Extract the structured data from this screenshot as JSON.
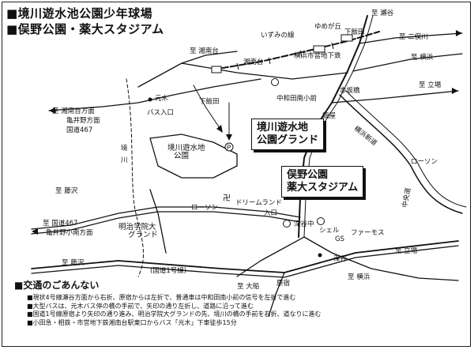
{
  "header": {
    "line1": "■境川遊水池公園少年球場",
    "line2": "■俣野公園・薬大スタジアム"
  },
  "places": {
    "main_box": [
      "境川遊水地",
      "公園グランド"
    ],
    "stadium_box": [
      "俣野公園",
      "薬大スタジアム"
    ],
    "kyokawa_park": [
      "境川遊水地",
      "公園"
    ],
    "meiji_ground": [
      "明治学院大",
      "グランド"
    ],
    "bus_stop": "バス入口"
  },
  "labels": {
    "seyagaya": "至 瀬谷",
    "futamatagawa": "至 二俣川",
    "yokohama_ne": "至 横浜",
    "tateba_ne": "至 立場",
    "shonandai_n": "至 湘南台",
    "shonandai_w": "至 湘南台方面",
    "kamei": "亀井野方面",
    "route467_w": "国道467",
    "fujisawa_w": "至 藤沢",
    "route467_sw": "至 国道467",
    "kamei_minami": "亀井野小南方面",
    "fujisawa_sw": "至 藤沢",
    "ofuna": "至 大船",
    "yokohama_se": "至 横浜",
    "tateba_se": "至 立場",
    "izumino_line": "いずみの線",
    "yumegaoka": "ゆめが丘",
    "shimoiida_st": "下飯田",
    "subway": "横浜市営地下鉄",
    "shonandai_st": "湘南台",
    "motoki": "元木",
    "shimoiida": "下飯田",
    "nakawada": "中和田南小前",
    "akasaka": "赤坂橋",
    "nabeya": "鍋屋",
    "yokohama_shindo": "横浜新道",
    "lawson_e": "ローソン",
    "lawson_w": "ローソン",
    "sakai": "境",
    "kawa": "川",
    "dreamland": "ドリームランド",
    "iriguchi": "入口",
    "fukaya_naka": "深谷中",
    "shell": "シェル",
    "gs": "GS",
    "famima": "ファーモス",
    "fukaya": "深谷",
    "hara": "原宿",
    "route1": "(国道1号線)",
    "chuo": "中央道"
  },
  "traffic": {
    "title": "■交通のごあんない",
    "notes": [
      "■現状4号線瀬谷方面から右折、原宿からは左折で、普通車は中和田南小前の信号を左折で進む",
      "■大型バスは、元木バス停の橋の手前で、矢印の通り左折し、道路に沿って進む",
      "■国道1号線原宿より矢印の通り進み、明治学院大グランドの先、境川の橋の手前を右折、道なりに進む",
      "■小田急・相鉄・市営地下鉄湘南台駅東口からバス「元木」下車徒歩15分"
    ]
  },
  "icons": [
    "parking-icon",
    "temple-icon",
    "police-icon",
    "school-icon"
  ]
}
